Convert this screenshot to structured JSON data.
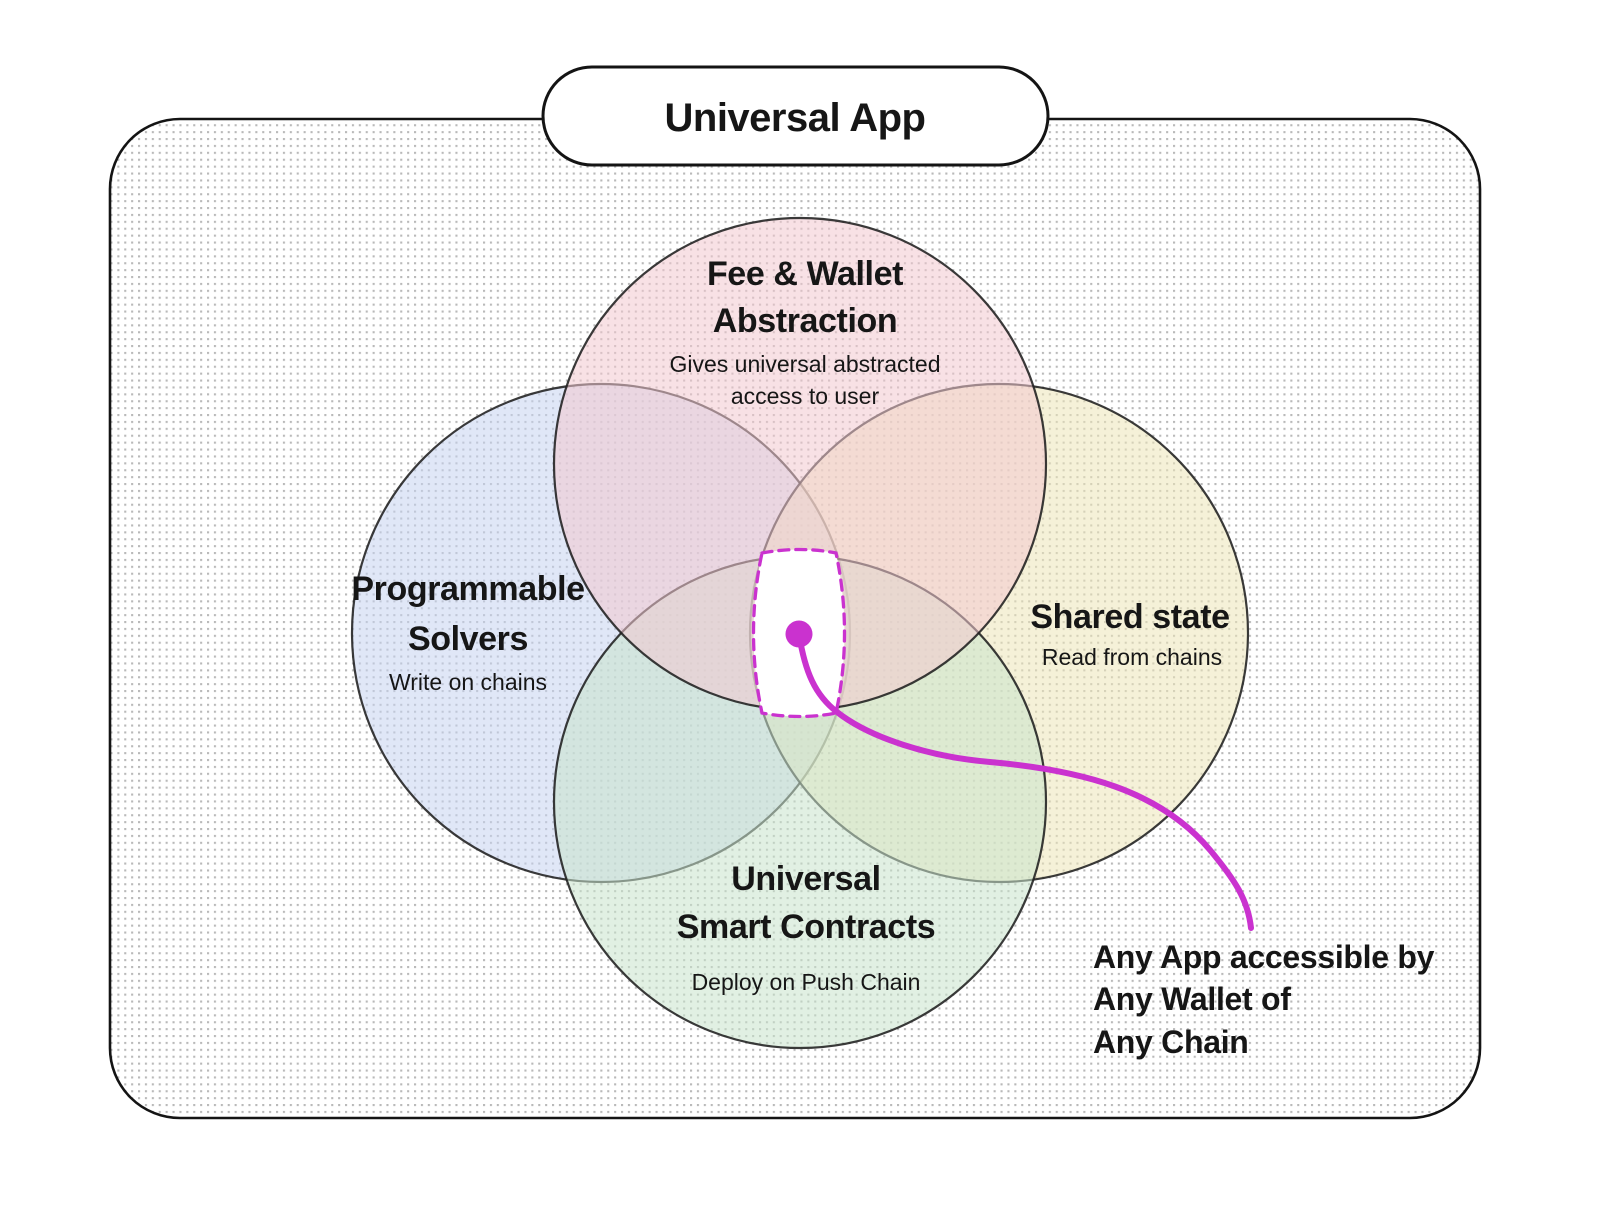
{
  "title": "Universal App",
  "sets": {
    "fee_wallet": {
      "title1": "Fee & Wallet",
      "title2": "Abstraction",
      "sub1": "Gives universal abstracted",
      "sub2": "access to user",
      "fill": "#f2c9cf"
    },
    "solvers": {
      "title1": "Programmable",
      "title2": "Solvers",
      "sub1": "Write on chains",
      "fill": "#c7d4f0"
    },
    "shared_state": {
      "title1": "Shared state",
      "sub1": "Read from chains",
      "fill": "#ece5b8"
    },
    "contracts": {
      "title1": "Universal",
      "title2": "Smart Contracts",
      "sub1": "Deploy on Push Chain",
      "fill": "#c8e4cc"
    }
  },
  "annotation": {
    "line1": "Any App accessible by",
    "line2": "Any Wallet of",
    "line3": "Any Chain"
  },
  "colors": {
    "accent_magenta": "#ca32cf",
    "outline": "#1f1f1f",
    "dot_grid": "#b9b9b9"
  }
}
